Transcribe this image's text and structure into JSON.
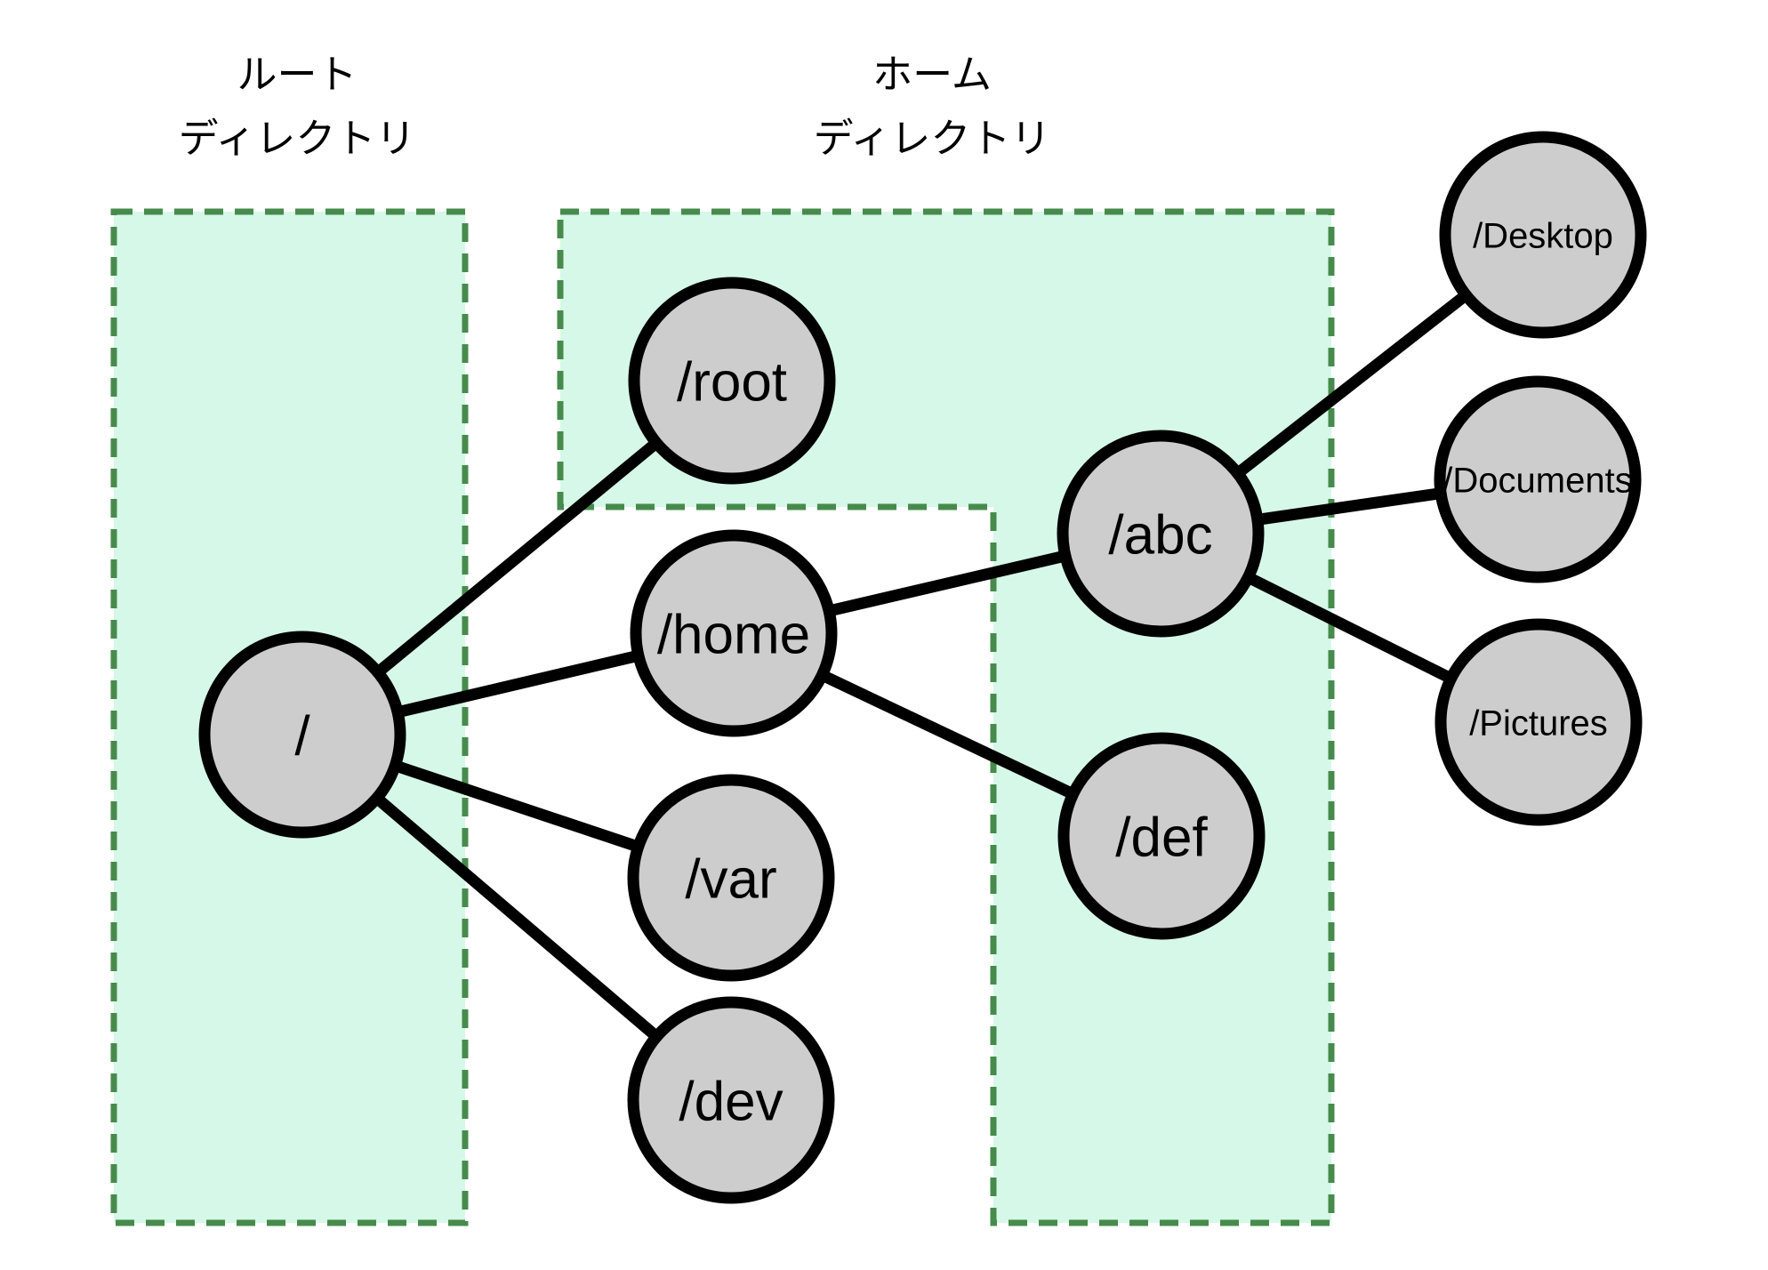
{
  "diagram": {
    "type": "filesystem-tree",
    "background": "#ffffff",
    "colors": {
      "region_fill": "#d6f8e8",
      "region_border": "#478b4c",
      "node_fill": "#cdcdcd",
      "node_border": "#000000",
      "edge_color": "#000000",
      "text_color": "#000000"
    },
    "regions": [
      {
        "id": "root-directory",
        "caption_line1": "ルート",
        "caption_line2": "ディレクトリ"
      },
      {
        "id": "home-directory",
        "caption_line1": "ホーム",
        "caption_line2": "ディレクトリ"
      }
    ],
    "nodes": [
      {
        "id": "slash",
        "label": "/"
      },
      {
        "id": "root",
        "label": "/root"
      },
      {
        "id": "home",
        "label": "/home"
      },
      {
        "id": "var",
        "label": "/var"
      },
      {
        "id": "dev",
        "label": "/dev"
      },
      {
        "id": "abc",
        "label": "/abc"
      },
      {
        "id": "def",
        "label": "/def"
      },
      {
        "id": "desktop",
        "label": "/Desktop"
      },
      {
        "id": "documents",
        "label": "/Documents"
      },
      {
        "id": "pictures",
        "label": "/Pictures"
      }
    ],
    "edges": [
      {
        "from": "/",
        "to": "/root"
      },
      {
        "from": "/",
        "to": "/home"
      },
      {
        "from": "/",
        "to": "/var"
      },
      {
        "from": "/",
        "to": "/dev"
      },
      {
        "from": "/home",
        "to": "/abc"
      },
      {
        "from": "/home",
        "to": "/def"
      },
      {
        "from": "/abc",
        "to": "/Desktop"
      },
      {
        "from": "/abc",
        "to": "/Documents"
      },
      {
        "from": "/abc",
        "to": "/Pictures"
      }
    ]
  }
}
